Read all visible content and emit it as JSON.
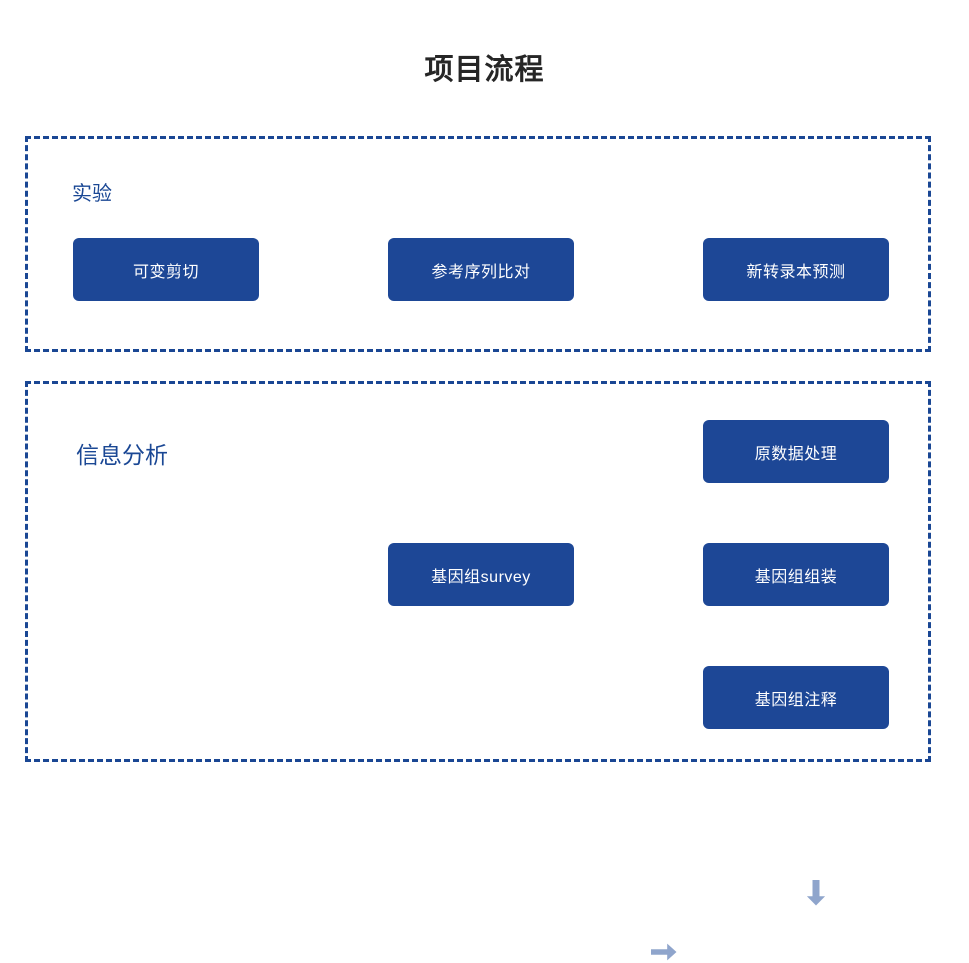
{
  "title": "项目流程",
  "theme": {
    "node_fill": "#1d4796",
    "node_text": "#ffffff",
    "group_border": "#1a4794",
    "group_label": "#1a4794",
    "arrow": "#8fa5cc",
    "title_color": "#262626",
    "background": "#ffffff"
  },
  "groups": [
    {
      "id": "experiment",
      "label": "实验",
      "nodes": [
        {
          "id": "alt-splicing",
          "label": "可变剪切"
        },
        {
          "id": "ref-align",
          "label": "参考序列比对"
        },
        {
          "id": "novel-transcript",
          "label": "新转录本预测"
        }
      ],
      "arrows": [
        {
          "id": "exp-1",
          "direction": "right"
        },
        {
          "id": "exp-2",
          "direction": "right"
        }
      ]
    },
    {
      "id": "analysis",
      "label": "信息分析",
      "nodes": [
        {
          "id": "raw-data",
          "label": "原数据处理"
        },
        {
          "id": "genome-survey",
          "label": "基因组survey"
        },
        {
          "id": "genome-assembly",
          "label": "基因组组装"
        },
        {
          "id": "genome-annot",
          "label": "基因组注释"
        }
      ],
      "arrows": [
        {
          "id": "ana-down",
          "direction": "down"
        },
        {
          "id": "ana-right",
          "direction": "right"
        }
      ]
    }
  ]
}
